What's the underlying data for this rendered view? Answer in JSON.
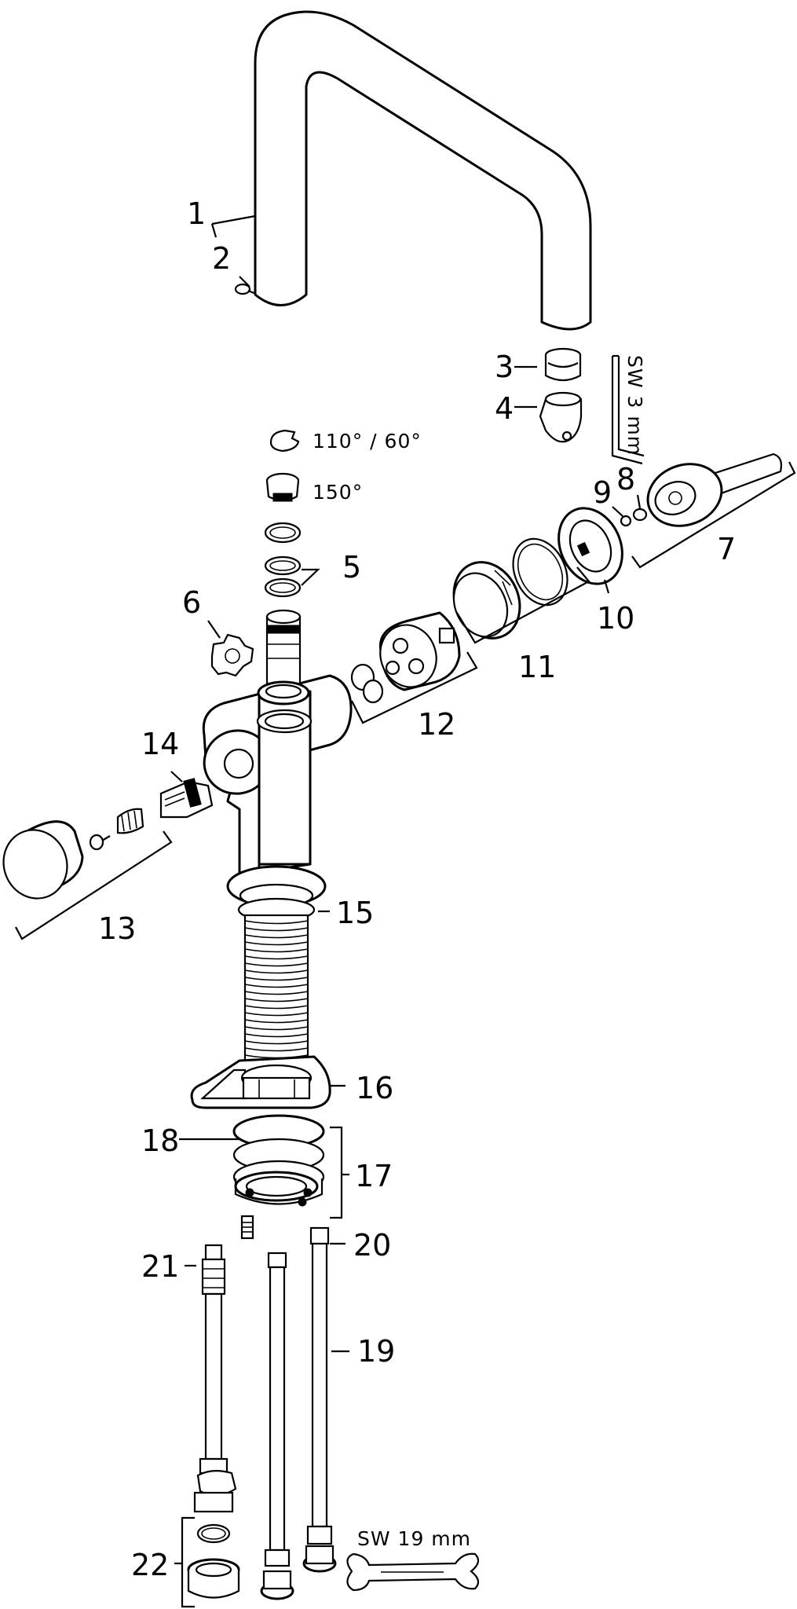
{
  "part_numbers": {
    "p1": "1",
    "p2": "2",
    "p3": "3",
    "p4": "4",
    "p5": "5",
    "p6": "6",
    "p7": "7",
    "p8": "8",
    "p9": "9",
    "p10": "10",
    "p11": "11",
    "p12": "12",
    "p13": "13",
    "p14": "14",
    "p15": "15",
    "p16": "16",
    "p17": "17",
    "p18": "18",
    "p19": "19",
    "p20": "20",
    "p21": "21",
    "p22": "22"
  },
  "annotations": {
    "angle_110_60": "110° / 60°",
    "angle_150": "150°",
    "hex_key": "SW 3 mm",
    "wrench": "SW 19 mm"
  }
}
